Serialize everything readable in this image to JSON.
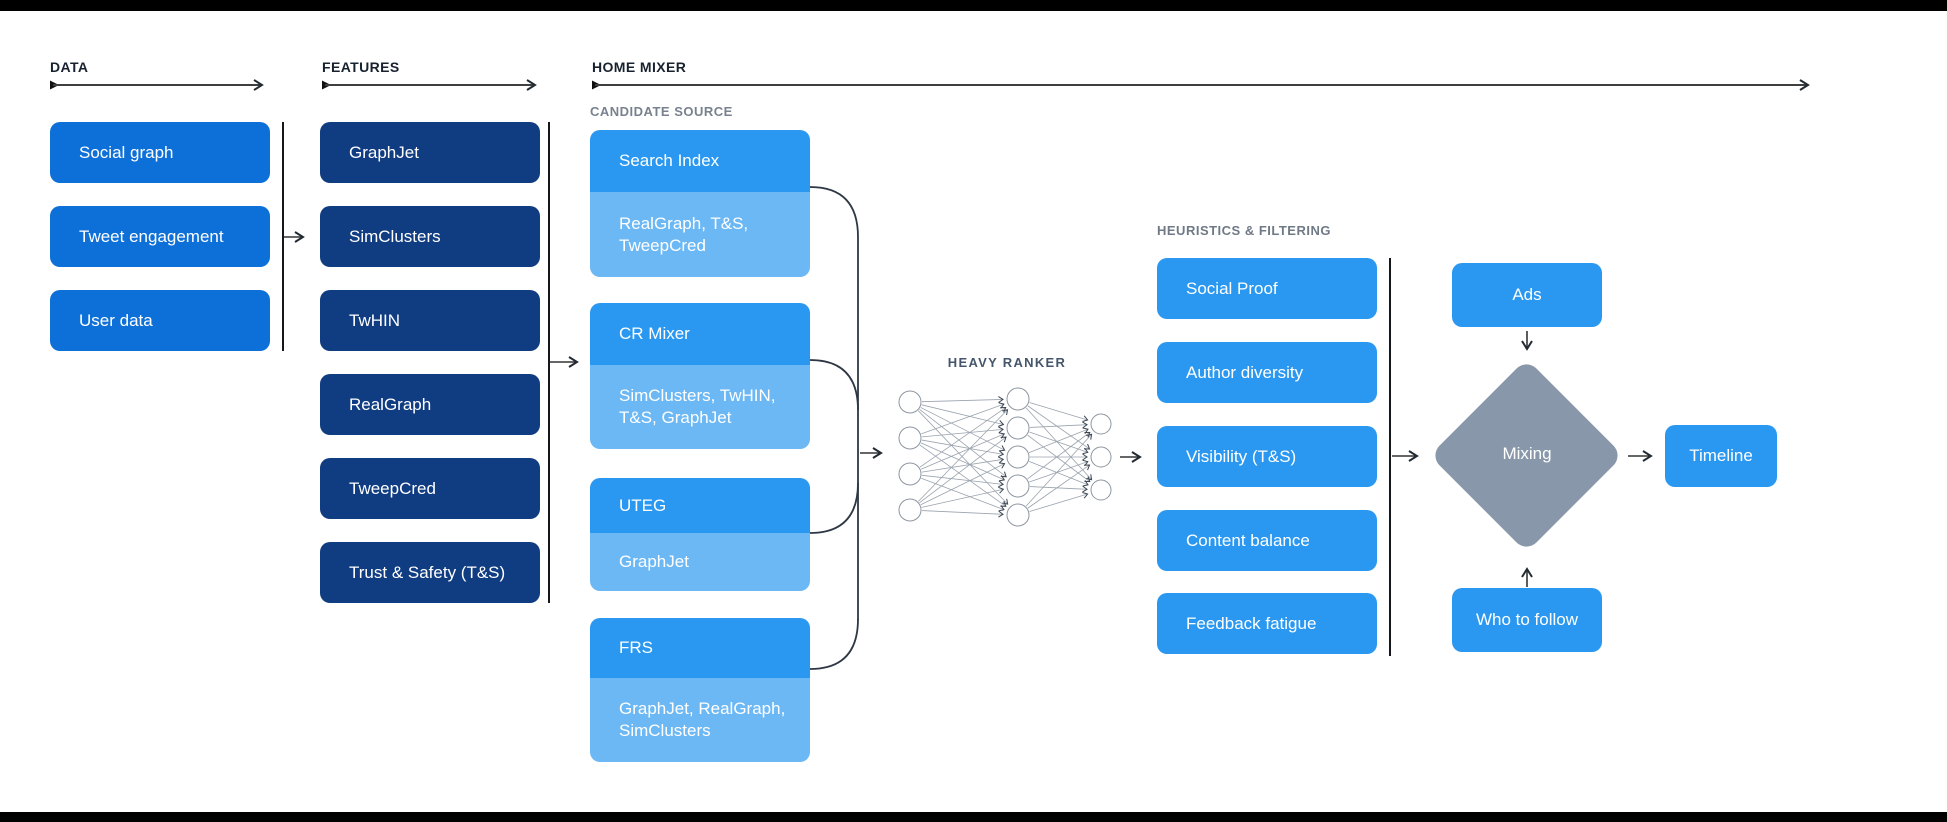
{
  "colors": {
    "data_box": "#0d70d8",
    "feature_box": "#103c82",
    "bright_box": "#2a98f0",
    "sub_box": "#6cb8f4",
    "diamond": "#8897a9",
    "frame_bars": "#000000"
  },
  "sections": {
    "data": {
      "title": "DATA",
      "boxes": [
        "Social graph",
        "Tweet engagement",
        "User data"
      ]
    },
    "features": {
      "title": "FEATURES",
      "boxes": [
        "GraphJet",
        "SimClusters",
        "TwHIN",
        "RealGraph",
        "TweepCred",
        "Trust & Safety (T&S)"
      ]
    },
    "home_mixer": {
      "title": "HOME MIXER",
      "candidate_source": {
        "title": "CANDIDATE SOURCE",
        "groups": [
          {
            "name": "Search Index",
            "sources": "RealGraph, T&S, TweepCred"
          },
          {
            "name": "CR Mixer",
            "sources": "SimClusters, TwHIN, T&S, GraphJet"
          },
          {
            "name": "UTEG",
            "sources": "GraphJet"
          },
          {
            "name": "FRS",
            "sources": "GraphJet, RealGraph, SimClusters"
          }
        ]
      },
      "heavy_ranker": {
        "title": "HEAVY RANKER"
      },
      "heuristics": {
        "title": "HEURISTICS & FILTERING",
        "boxes": [
          "Social Proof",
          "Author diversity",
          "Visibility (T&S)",
          "Content balance",
          "Feedback fatigue"
        ]
      },
      "mixing": {
        "ads": "Ads",
        "diamond": "Mixing",
        "who_to_follow": "Who to follow",
        "timeline": "Timeline"
      }
    }
  }
}
